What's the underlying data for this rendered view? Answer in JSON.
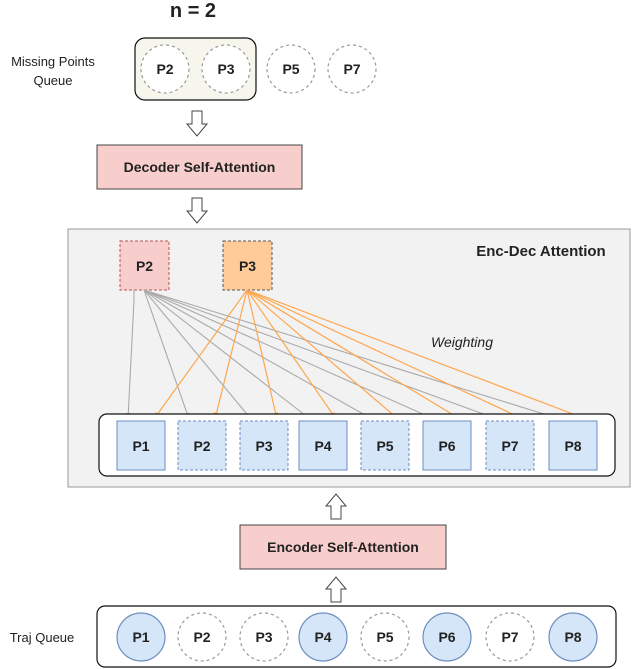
{
  "title": "n = 2",
  "missing_queue": {
    "label_line1": "Missing Points",
    "label_line2": "Queue",
    "points": [
      "P2",
      "P3",
      "P5",
      "P7"
    ]
  },
  "decoder_label": "Decoder Self-Attention",
  "encdec": {
    "title": "Enc-Dec Attention",
    "queries": [
      "P2",
      "P3"
    ],
    "weighting_label": "Weighting",
    "targets": [
      "P1",
      "P2",
      "P3",
      "P4",
      "P5",
      "P6",
      "P7",
      "P8"
    ],
    "missing_targets": [
      "P2",
      "P3",
      "P5",
      "P7"
    ]
  },
  "encoder_label": "Encoder Self-Attention",
  "traj_queue": {
    "label": "Traj Queue",
    "points": [
      "P1",
      "P2",
      "P3",
      "P4",
      "P5",
      "P6",
      "P7",
      "P8"
    ],
    "missing": [
      "P2",
      "P3",
      "P5",
      "P7"
    ]
  },
  "colors": {
    "present_fill": "#d6e6f9",
    "present_stroke": "#6c8ebf",
    "missing_stroke": "#999999",
    "decoder_fill": "#f8cecc",
    "query_p3_fill": "#ffcc99",
    "orange_arrow": "#ffa64d",
    "gray_arrow": "#aaaaaa",
    "panel_fill": "#f2f2f2",
    "queue_box_fill": "#f6f6ec"
  }
}
